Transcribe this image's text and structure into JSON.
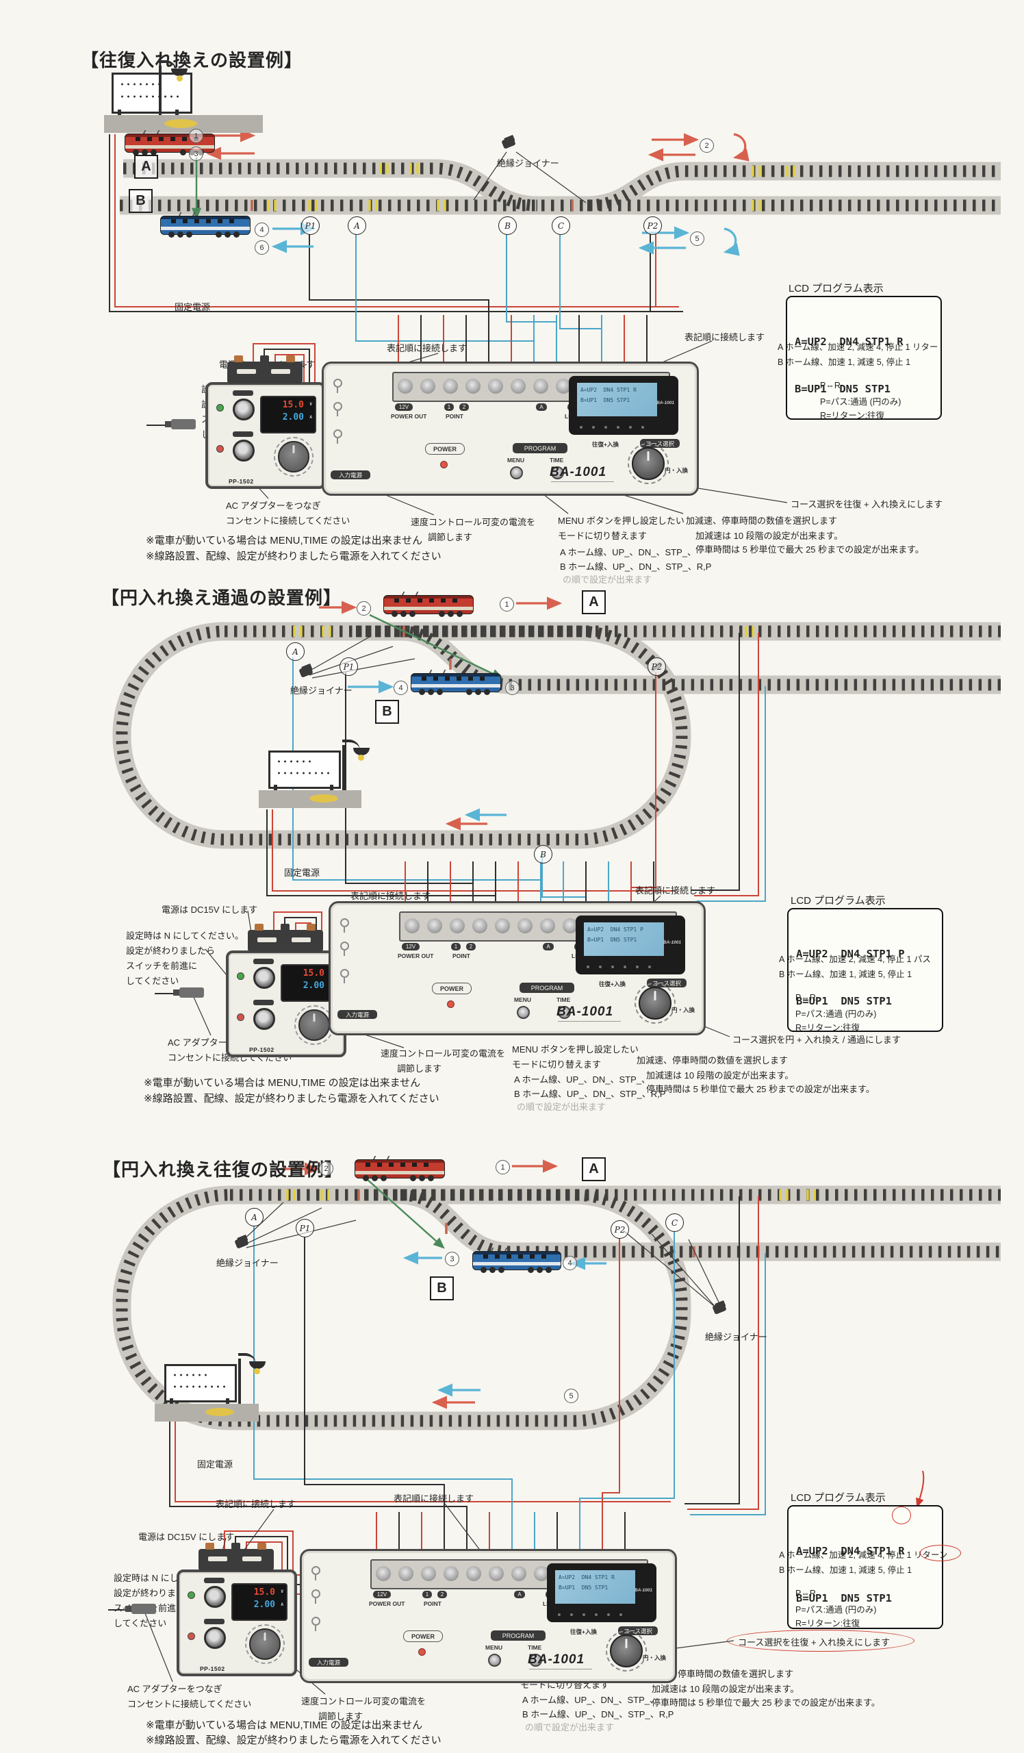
{
  "colors": {
    "accent_red": "#cc4437",
    "accent_blue": "#4aa6c8",
    "green_arrow": "#4a8a5a",
    "lcd_screen": "#8fc0d8",
    "roadbed": "#cbc8c1",
    "tie": "#403f3d",
    "joiner_yellow": "#e2cf3e"
  },
  "shared": {
    "lcd_title": "LCD プログラム表示",
    "joiner": "絶縁ジョイナー",
    "fixed_power": "固定電源",
    "pr": "P⇔R",
    "p_def": "P=パス:通過 (円のみ)",
    "r_def": "R=リターン:往復",
    "notes": {
      "connect_order": "表記順に接続します",
      "dc15v": "電源は DC15V にします",
      "set_n1": "設定時は N にしてください。",
      "set_n2": "設定が終わりましたら",
      "set_n3": "スイッチを前進に",
      "set_n4": "してください",
      "ac1": "AC アダプターをつなぎ",
      "ac2": "コンセントに接続してください",
      "speed1": "速度コントロール可変の電流を",
      "speed2": "調節します",
      "menu1": "MENU ボタンを押し設定したい",
      "menu2": "モードに切り替えます",
      "menu3": "A ホーム線、UP_、DN_、STP_、",
      "menu4": "B ホーム線、UP_、DN_、STP_、R,P",
      "menu5": "の順で設定が出来ます",
      "accel1": "加減速、停車時間の数値を選択します",
      "accel2": "加減速は 10 段階の設定が出来ます。",
      "accel3": "停車時間は 5 秒単位で最大 25 秒までの設定が出来ます。",
      "foot1": "※電車が動いている場合は MENU,TIME の設定は出来ません",
      "foot2": "※線路設置、配線、設定が終わりましたら電源を入れてください"
    },
    "powerpack": {
      "model": "PP-1502",
      "volt": "15.0",
      "amp": "2.00",
      "volt_unit": "V",
      "amp_unit": "A"
    },
    "controller": {
      "model": "BA-1001",
      "power": "POWER",
      "program": "PROGRAM",
      "menu": "MENU",
      "time": "TIME",
      "power_out": "POWER OUT",
      "v12": "12V",
      "point": "POINT",
      "pt1": "1",
      "pt2": "2",
      "line": "LINE",
      "la": "A",
      "lb": "B",
      "lc": "C",
      "input_power": "入力電源",
      "course": "コース選択",
      "mode_ab": "往復+入換",
      "mode_circle": "円・入換"
    }
  },
  "s1": {
    "title": "【往復入れ換えの設置例】",
    "lcd1": "A=UP2  DN4 STP1 R",
    "lcd2": "B=UP1  DN5 STP1",
    "note_a": "A ホーム線、加速 2,  減速 4, 停止 1  リター",
    "note_b": "B ホーム線、加速 1,  減速 5, 停止 1",
    "course": "コース選択を往復 + 入れ換えにします",
    "boxA": "A",
    "boxB": "B",
    "p1": "P1",
    "sa": "A",
    "sb": "B",
    "sc": "C",
    "p2": "P2",
    "n1": "1",
    "n2": "2",
    "n3": "3",
    "n4": "4",
    "n5": "5",
    "n6": "6"
  },
  "s2": {
    "title": "【円入れ換え通過の設置例】",
    "lcd1": "A=UP2  DN4 STP1 P",
    "lcd2": "B=UP1  DN5 STP1",
    "note_a": "A ホーム線、加速 2,  減速 4, 停止 1  パス",
    "note_b": "B ホーム線、加速 1,  減速 5, 停止 1",
    "course": "コース選択を円 + 入れ換え / 通過にします",
    "boxA": "A",
    "boxB": "B",
    "sa": "A",
    "p1": "P1",
    "p2": "P2",
    "sb": "B",
    "n1": "1",
    "n2": "2",
    "n3": "3",
    "n4": "4"
  },
  "s3": {
    "title": "【円入れ換え往復の設置例】",
    "lcd1": "A=UP2  DN4 STP1 R",
    "lcd2": "B=UP1  DN5 STP1",
    "note_a": "A ホーム線、加速 2,  減速 4, 停止 1  リターン",
    "note_b": "B ホーム線、加速 1,  減速 5, 停止 1",
    "course": "コース選択を往復 + 入れ換えにします",
    "boxA": "A",
    "boxB": "B",
    "sa": "A",
    "p1": "P1",
    "p2": "P2",
    "sc": "C",
    "n1": "1",
    "n2": "2",
    "n3": "3",
    "n4": "4",
    "n5": "5"
  }
}
